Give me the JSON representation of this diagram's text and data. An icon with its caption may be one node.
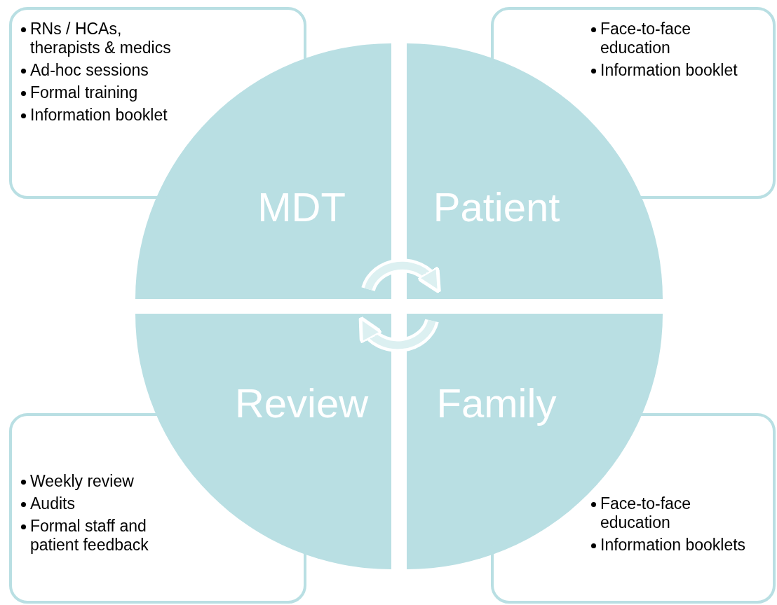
{
  "diagram": {
    "nodes": [
      {
        "text": [
          "RNs / HCAs, therapists & medics",
          "Ad-hoc sessions",
          "Formal training",
          "Information booklet"
        ]
      },
      {
        "text": [
          "Face-to-face education",
          "Information booklet"
        ]
      },
      {
        "text": [
          "MDT"
        ]
      },
      {
        "text": [
          "Patient"
        ]
      },
      {
        "text": [
          "Review"
        ]
      },
      {
        "text": [
          "Family"
        ]
      },
      {
        "text": [
          "Weekly review",
          "Audits",
          "Formal staff and patient feedback"
        ]
      },
      {
        "text": [
          "Face-to-face education",
          "Information booklets"
        ]
      }
    ],
    "edges": [
      {
        "from": 2,
        "to": 3,
        "arrow": "to"
      },
      {
        "from": 5,
        "to": 4,
        "arrow": "to"
      }
    ]
  }
}
